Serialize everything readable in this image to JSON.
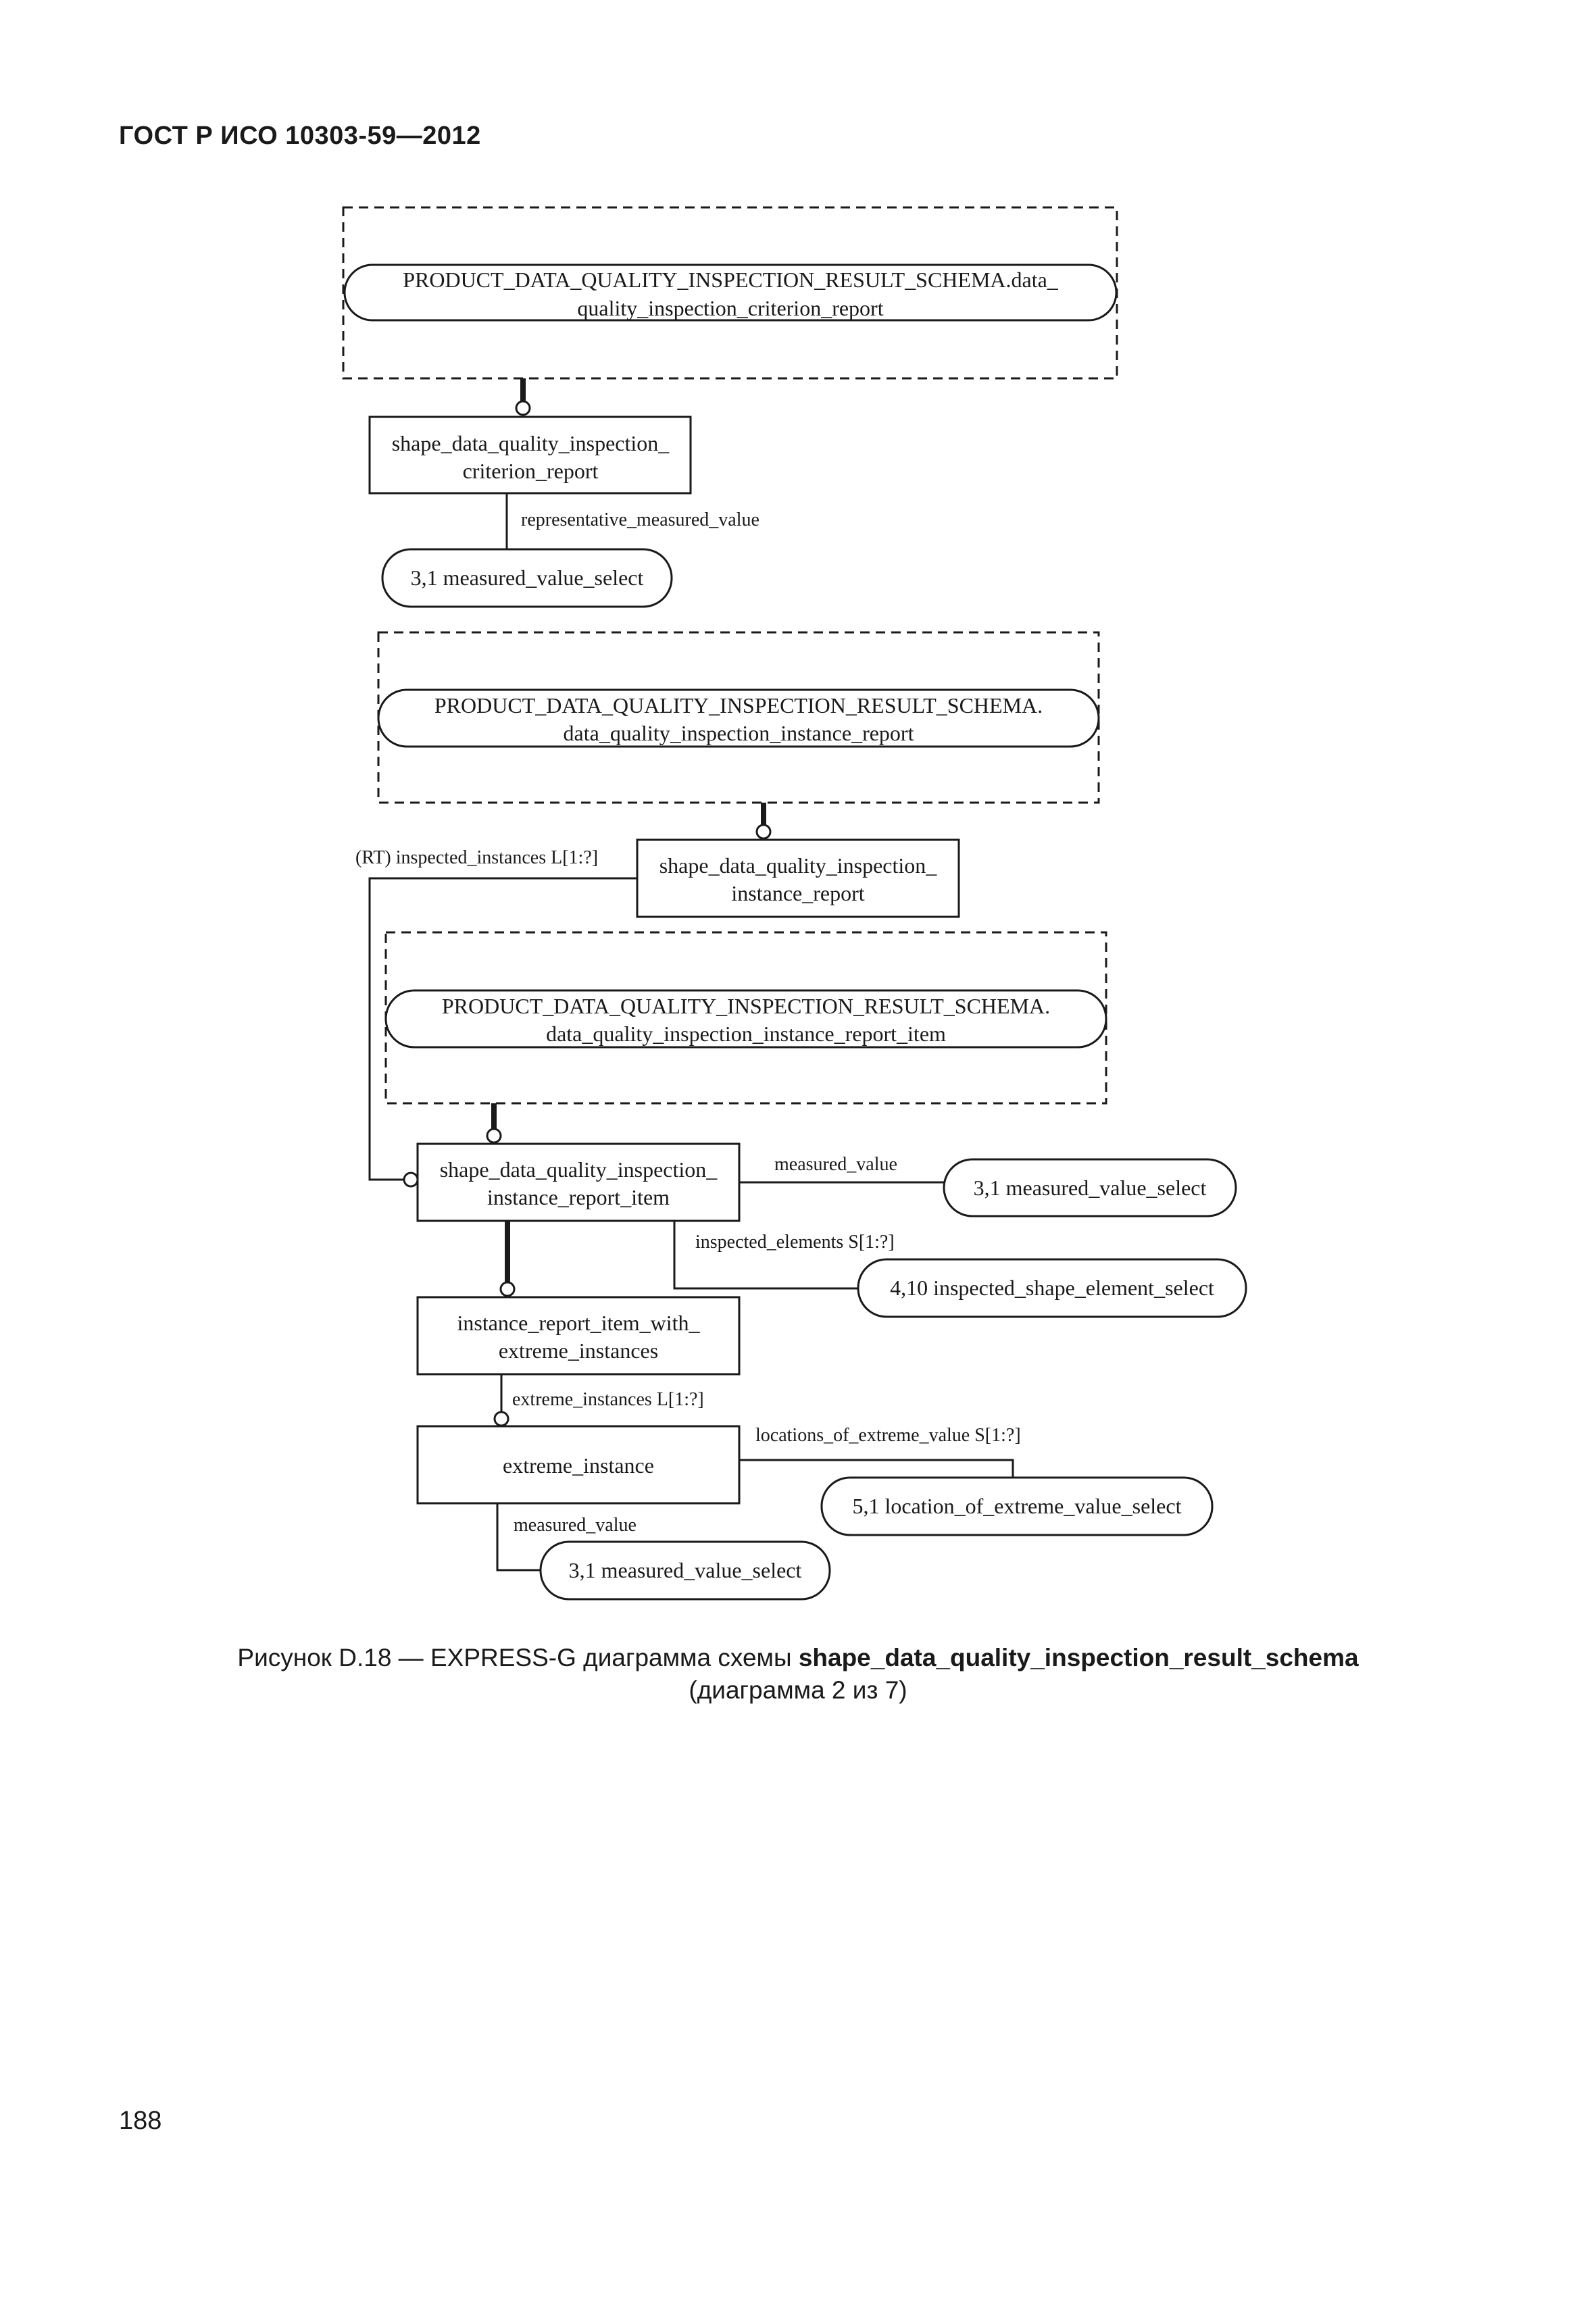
{
  "header": {
    "title": "ГОСТ Р ИСО 10303-59—2012"
  },
  "page_number": "188",
  "caption": {
    "prefix": "Рисунок D.18 — EXPRESS-G диаграмма схемы ",
    "schema": "shape_data_quality_inspection_result_schema",
    "line2": "(диаграмма 2 из 7)"
  },
  "diagram": {
    "ref1": {
      "line1": "PRODUCT_DATA_QUALITY_INSPECTION_RESULT_SCHEMA.data_",
      "line2": "quality_inspection_criterion_report"
    },
    "entity_criterion": {
      "line1": "shape_data_quality_inspection_",
      "line2": "criterion_report"
    },
    "rel_representative": "representative_measured_value",
    "sel_measured_1": "3,1  measured_value_select",
    "ref2": {
      "line1": "PRODUCT_DATA_QUALITY_INSPECTION_RESULT_SCHEMA.",
      "line2": "data_quality_inspection_instance_report"
    },
    "rel_inspected_instances": "(RT) inspected_instances  L[1:?]",
    "entity_instance_report": {
      "line1": "shape_data_quality_inspection_",
      "line2": "instance_report"
    },
    "ref3": {
      "line1": "PRODUCT_DATA_QUALITY_INSPECTION_RESULT_SCHEMA.",
      "line2": "data_quality_inspection_instance_report_item"
    },
    "entity_report_item": {
      "line1": "shape_data_quality_inspection_",
      "line2": "instance_report_item"
    },
    "rel_measured_value_1": "measured_value",
    "sel_measured_2": "3,1  measured_value_select",
    "rel_inspected_elements": "inspected_elements  S[1:?]",
    "sel_inspected_shape": "4,10  inspected_shape_element_select",
    "entity_with_extreme": {
      "line1": "instance_report_item_with_",
      "line2": "extreme_instances"
    },
    "rel_extreme_instances": "extreme_instances  L[1:?]",
    "entity_extreme_instance": "extreme_instance",
    "rel_locations": "locations_of_extreme_value  S[1:?]",
    "sel_location": "5,1  location_of_extreme_value_select",
    "rel_measured_value_2": "measured_value",
    "sel_measured_3": "3,1  measured_value_select"
  }
}
